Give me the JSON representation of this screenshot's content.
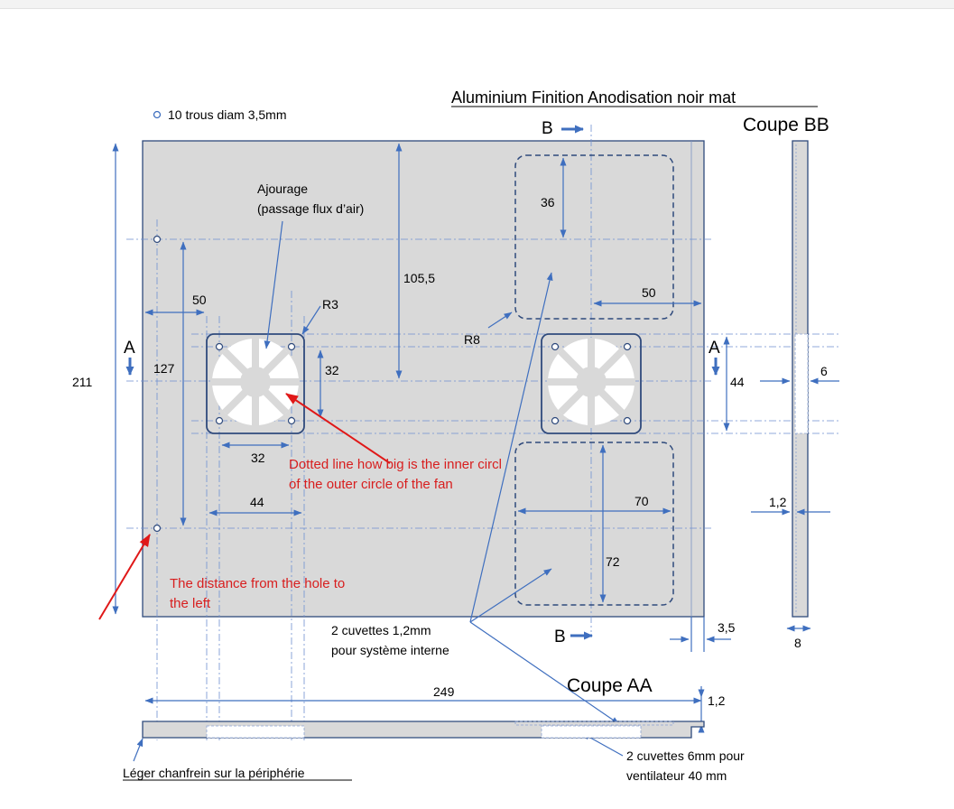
{
  "title": "Aluminium Finition Anodisation noir mat",
  "holes_legend": "10 trous diam 3,5mm",
  "section_bb_title": "Coupe BB",
  "section_aa_title": "Coupe AA",
  "labels": {
    "ajourage_line1": "Ajourage",
    "ajourage_line2": "(passage flux d’air)",
    "r3": "R3",
    "r8": "R8",
    "cuvettes_line1": "2 cuvettes 1,2mm",
    "cuvettes_line2": "pour système interne",
    "cuv6_line1": "2 cuvettes 6mm pour",
    "cuv6_line2": "ventilateur 40 mm",
    "chanfrein": "Léger chanfrein sur la périphérie"
  },
  "section_markers": {
    "a_left": "A",
    "a_right": "A",
    "b_top": "B",
    "b_bottom": "B"
  },
  "dimensions": {
    "d211": "211",
    "d127": "127",
    "d50_left": "50",
    "d32_v": "32",
    "d32_h": "32",
    "d44_h": "44",
    "d105_5": "105,5",
    "d36": "36",
    "d50_right": "50",
    "d44_v": "44",
    "d70": "70",
    "d72": "72",
    "d3_5": "3,5",
    "d249": "249",
    "d1_2_aa": "1,2",
    "d6_bb": "6",
    "d1_2_bb": "1,2",
    "d8_bb": "8"
  },
  "annotations": {
    "dotted_line1": "Dotted line how big is the inner circl",
    "dotted_line2": "of the outer circle of the fan",
    "hole_line1": "The distance from the hole to",
    "hole_line2": "the left"
  },
  "colors": {
    "plate_fill": "#d9d9d9",
    "line_blue": "#3f6fbf",
    "outline_navy": "#2f4a7c",
    "annotation_red": "#e01818"
  }
}
